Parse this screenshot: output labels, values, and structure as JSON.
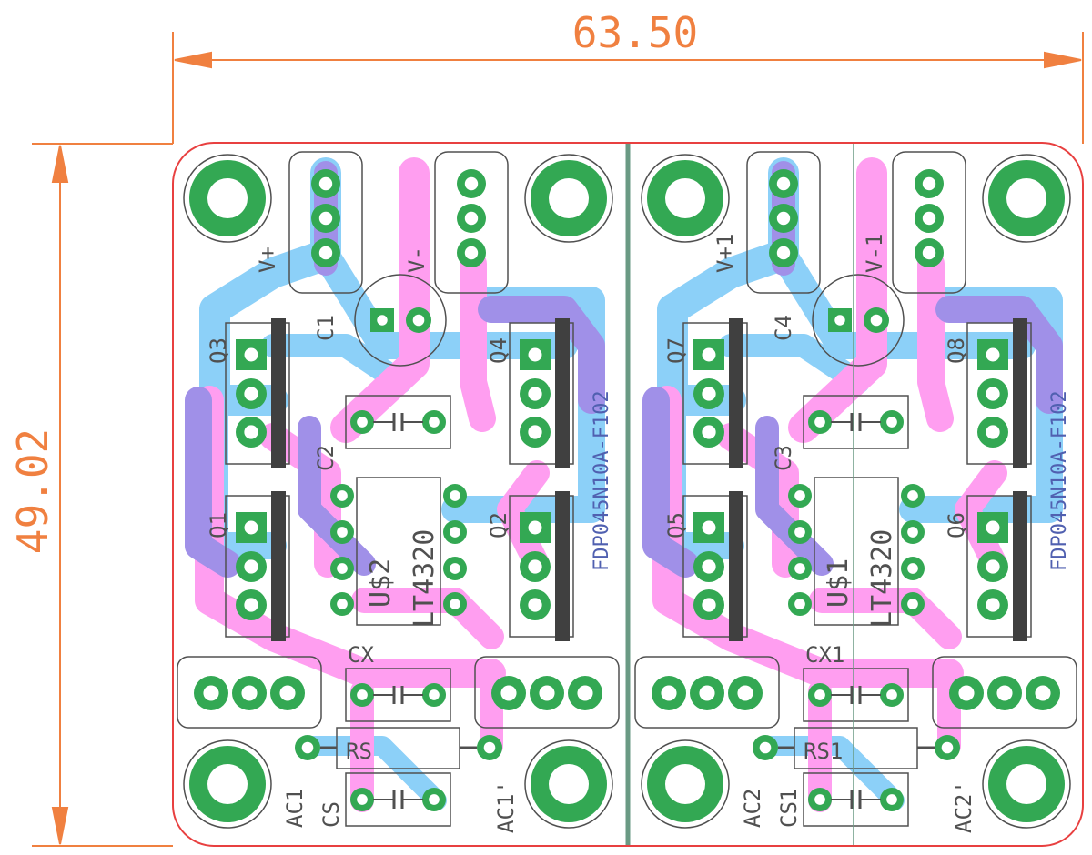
{
  "dimensions": {
    "width": "63.50",
    "height": "49.02"
  },
  "colors": {
    "dimension": "#f08040",
    "outline": "#e84040",
    "top_copper": "#ff9ef0",
    "bottom_copper": "#8cd0f8",
    "overlap": "#a090e8",
    "pad": "#33a853",
    "silkscreen": "#505050",
    "divider": "#6a9a84"
  },
  "left": {
    "conn_pos": "V+",
    "conn_neg": "V-",
    "cap_main": "C1",
    "cap_2": "C2",
    "cap_x": "CX",
    "cap_s": "CS",
    "resistor": "RS",
    "ic_name": "U$2",
    "ic_value": "LT4320",
    "q_top_left": "Q3",
    "q_top_right": "Q4",
    "q_bot_left": "Q1",
    "q_bot_right": "Q2",
    "ac_left": "AC1",
    "ac_right": "AC1'",
    "mosfet": "FDP045N10A-F102"
  },
  "right": {
    "conn_pos": "V+1",
    "conn_neg": "V-1",
    "cap_main": "C4",
    "cap_2": "C3",
    "cap_x": "CX1",
    "cap_s": "CS1",
    "resistor": "RS1",
    "ic_name": "U$1",
    "ic_value": "LT4320",
    "q_top_left": "Q7",
    "q_top_right": "Q8",
    "q_bot_left": "Q5",
    "q_bot_right": "Q6",
    "ac_left": "AC2",
    "ac_right": "AC2'",
    "mosfet": "FDP045N10A-F102"
  }
}
